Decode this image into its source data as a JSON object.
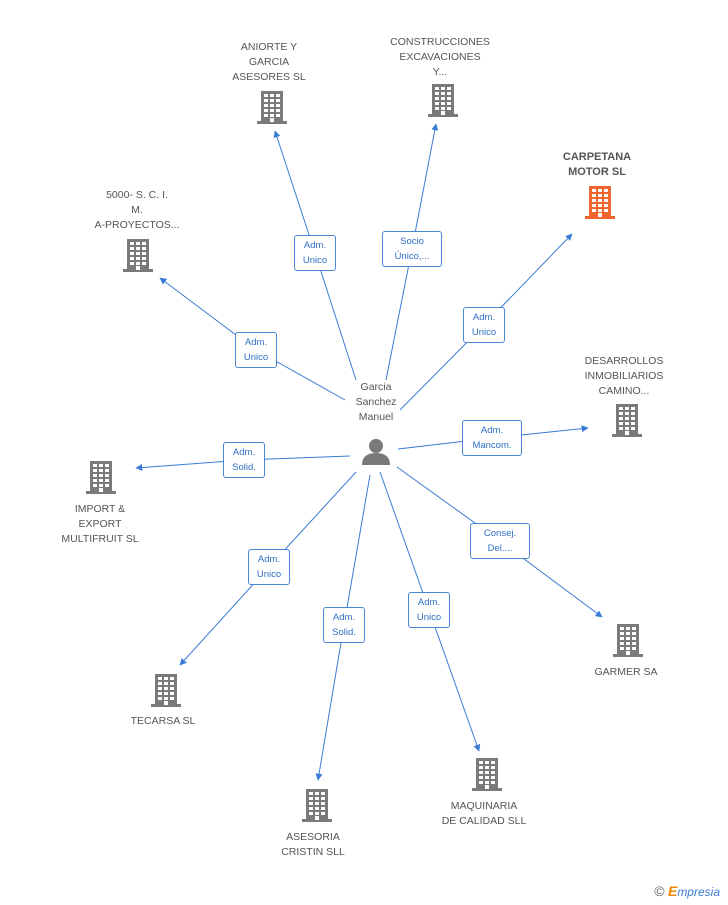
{
  "center": {
    "name_lines": [
      "Garcia",
      "Sanchez",
      "Manuel"
    ],
    "icon": "person-icon"
  },
  "companies": [
    {
      "id": "aniorte",
      "lines": [
        "ANIORTE Y",
        "GARCIA",
        "ASESORES SL"
      ],
      "highlight": false
    },
    {
      "id": "construcciones",
      "lines": [
        "CONSTRUCCIONES",
        "EXCAVACIONES",
        "Y..."
      ],
      "highlight": false
    },
    {
      "id": "carpetana",
      "lines": [
        "CARPETANA",
        "MOTOR SL"
      ],
      "highlight": true
    },
    {
      "id": "5000",
      "lines": [
        "5000- S. C. I.",
        "M.",
        "A-PROYECTOS..."
      ],
      "highlight": false
    },
    {
      "id": "desarrollos",
      "lines": [
        "DESARROLLOS",
        "INMOBILIARIOS",
        "CAMINO..."
      ],
      "highlight": false
    },
    {
      "id": "import",
      "lines": [
        "IMPORT &",
        "EXPORT",
        "MULTIFRUIT SL"
      ],
      "highlight": false
    },
    {
      "id": "garmer",
      "lines": [
        "GARMER SA"
      ],
      "highlight": false
    },
    {
      "id": "tecarsa",
      "lines": [
        "TECARSA SL"
      ],
      "highlight": false
    },
    {
      "id": "asesoria",
      "lines": [
        "ASESORIA",
        "CRISTIN SLL"
      ],
      "highlight": false
    },
    {
      "id": "maquinaria",
      "lines": [
        "MAQUINARIA",
        "DE CALIDAD SLL"
      ],
      "highlight": false
    }
  ],
  "edges": [
    {
      "to": "aniorte",
      "lines": [
        "Adm.",
        "Unico"
      ]
    },
    {
      "to": "construcciones",
      "lines": [
        "Socio",
        "Único,..."
      ]
    },
    {
      "to": "carpetana",
      "lines": [
        "Adm.",
        "Unico"
      ]
    },
    {
      "to": "5000",
      "lines": [
        "Adm.",
        "Unico"
      ]
    },
    {
      "to": "desarrollos",
      "lines": [
        "Adm.",
        "Mancom."
      ]
    },
    {
      "to": "import",
      "lines": [
        "Adm.",
        "Solid."
      ]
    },
    {
      "to": "garmer",
      "lines": [
        "Consej.",
        "Del...."
      ]
    },
    {
      "to": "tecarsa",
      "lines": [
        "Adm.",
        "Unico"
      ]
    },
    {
      "to": "asesoria",
      "lines": [
        "Adm.",
        "Solid."
      ]
    },
    {
      "to": "maquinaria",
      "lines": [
        "Adm.",
        "Unico"
      ]
    }
  ],
  "colors": {
    "edge": "#3a7bd5",
    "building": "#7a7a7a",
    "building_highlight": "#f26430",
    "person": "#7a7a7a"
  },
  "footer": {
    "copyright": "©",
    "brand_first": "E",
    "brand_rest": "mpresia"
  }
}
